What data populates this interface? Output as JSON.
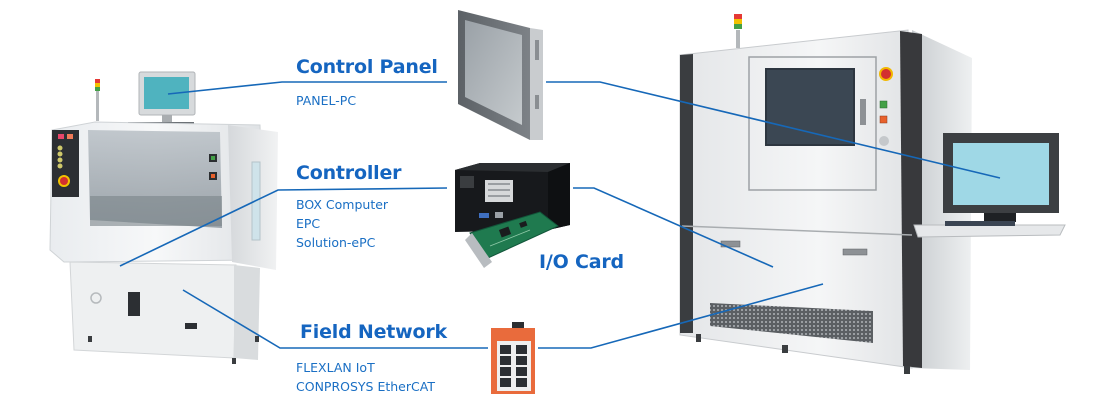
{
  "diagram": {
    "accent_color": "#1565c0",
    "line_color": "#1668b8",
    "sections": [
      {
        "id": "control-panel",
        "title": "Control Panel",
        "items": [
          "PANEL-PC"
        ],
        "device_icon": "panel-pc-icon"
      },
      {
        "id": "controller",
        "title": "Controller",
        "items": [
          "BOX Computer",
          "EPC",
          "Solution-ePC"
        ],
        "device_icon": "box-computer-icon"
      },
      {
        "id": "io-card",
        "title": "I/O Card",
        "items": [],
        "device_icon": "io-card-icon"
      },
      {
        "id": "field-network",
        "title": "Field Network",
        "items": [
          "FLEXLAN IoT",
          "CONPROSYS EtherCAT"
        ],
        "device_icon": "network-switch-icon"
      }
    ],
    "machines": [
      {
        "id": "left-machine",
        "icon": "industrial-machine-icon"
      },
      {
        "id": "right-machine",
        "icon": "industrial-machine-icon"
      }
    ]
  }
}
